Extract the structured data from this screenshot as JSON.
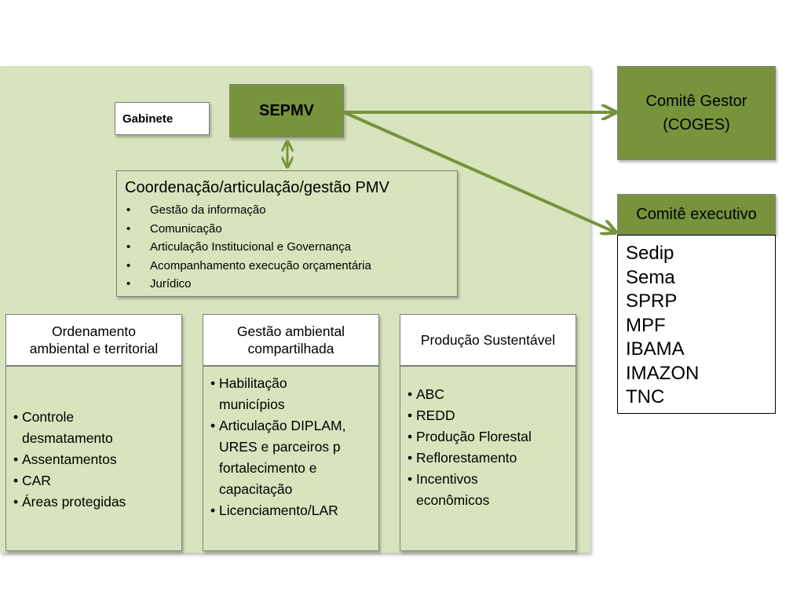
{
  "gabinete": "Gabinete",
  "sepmv": "SEPMV",
  "coordination": {
    "title": "Coordenação/articulação/gestão PMV",
    "items": [
      "Gestão da informação",
      "Comunicação",
      "Articulação Institucional e Governança",
      "Acompanhamento execução orçamentária",
      "Jurídico"
    ]
  },
  "columns": [
    {
      "title_line1": "Ordenamento",
      "title_line2": "ambiental e territorial",
      "items": [
        [
          "Controle",
          "desmatamento"
        ],
        [
          "Assentamentos"
        ],
        [
          "CAR"
        ],
        [
          "Áreas protegidas"
        ]
      ]
    },
    {
      "title_line1": "Gestão ambiental",
      "title_line2": "compartilhada",
      "items": [
        [
          "Habilitação",
          "municípios"
        ],
        [
          "Articulação DIPLAM,",
          "URES e parceiros p",
          "fortalecimento e",
          "capacitação"
        ],
        [
          "Licenciamento/LAR"
        ]
      ]
    },
    {
      "title_line1": "Produção Sustentável",
      "title_line2": "",
      "items": [
        [
          "ABC"
        ],
        [
          "REDD"
        ],
        [
          "Produção Florestal"
        ],
        [
          "Reflorestamento"
        ],
        [
          "Incentivos",
          "econômicos"
        ]
      ]
    }
  ],
  "coges": {
    "line1": "Comitê Gestor",
    "line2": "(COGES)"
  },
  "executive": {
    "title": "Comitê executivo",
    "members": [
      "Sedip",
      "Sema",
      "SPRP",
      "MPF",
      "IBAMA",
      "IMAZON",
      "TNC"
    ]
  },
  "colors": {
    "panel": "#d7e4bd",
    "dark_green": "#77933c",
    "arrow": "#77933c"
  }
}
